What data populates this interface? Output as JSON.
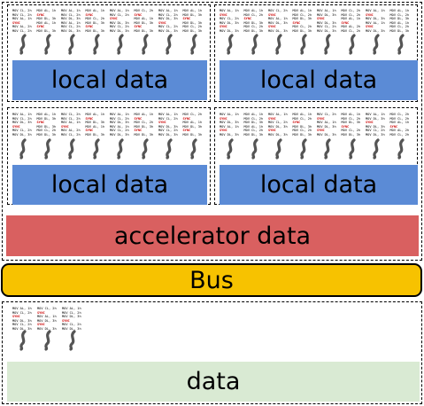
{
  "labels": {
    "local": "local data",
    "accelerator": "accelerator data",
    "bus": "Bus",
    "data": "data"
  },
  "threads": [
    {
      "lines": [
        "MOV CL, 2h",
        "MOV CL, 2h",
        "MOV AL, 1h",
        "SYNC",
        "MOV AL, 2h",
        "MOV CL, 2h"
      ]
    },
    {
      "lines": [
        "MOV AL, 1h",
        "SYNC",
        "MOV DL, 3h",
        "MOV AL, 1h",
        "SYNC",
        "MOV DL, 3h"
      ]
    },
    {
      "lines": [
        "MOV AL, 1h",
        "MOV CL, 2h",
        "MOV DL, 3h",
        "MOV AL, 1h",
        "MOV CL, 2h",
        "MOV DL, 3h"
      ]
    },
    {
      "lines": [
        "MOV AL, 1h",
        "SYNC",
        "MOV CL, 2h",
        "MOV DL, 3h",
        "SYNC",
        "MOV DL, 3h"
      ]
    },
    {
      "lines": [
        "MOV AL, 1h",
        "MOV CL, 2h",
        "SYNC",
        "MOV DL, 3h",
        "MOV CL, 2h",
        "MOV DL, 3h"
      ]
    },
    {
      "lines": [
        "MOV CL, 2h",
        "SYNC",
        "MOV AL, 1h",
        "MOV DL, 3h",
        "SYNC",
        "MOV DL, 3h"
      ]
    },
    {
      "lines": [
        "MOV AL, 1h",
        "MOV CL, 2h",
        "MOV DL, 3h",
        "SYNC",
        "MOV CL, 2h",
        "MOV DL, 3h"
      ]
    },
    {
      "lines": [
        "MOV AL, 1h",
        "MOV DL, 3h",
        "SYNC",
        "MOV DL, 3h",
        "MOV CL, 2h",
        "MOV DL, 3h"
      ]
    }
  ]
}
